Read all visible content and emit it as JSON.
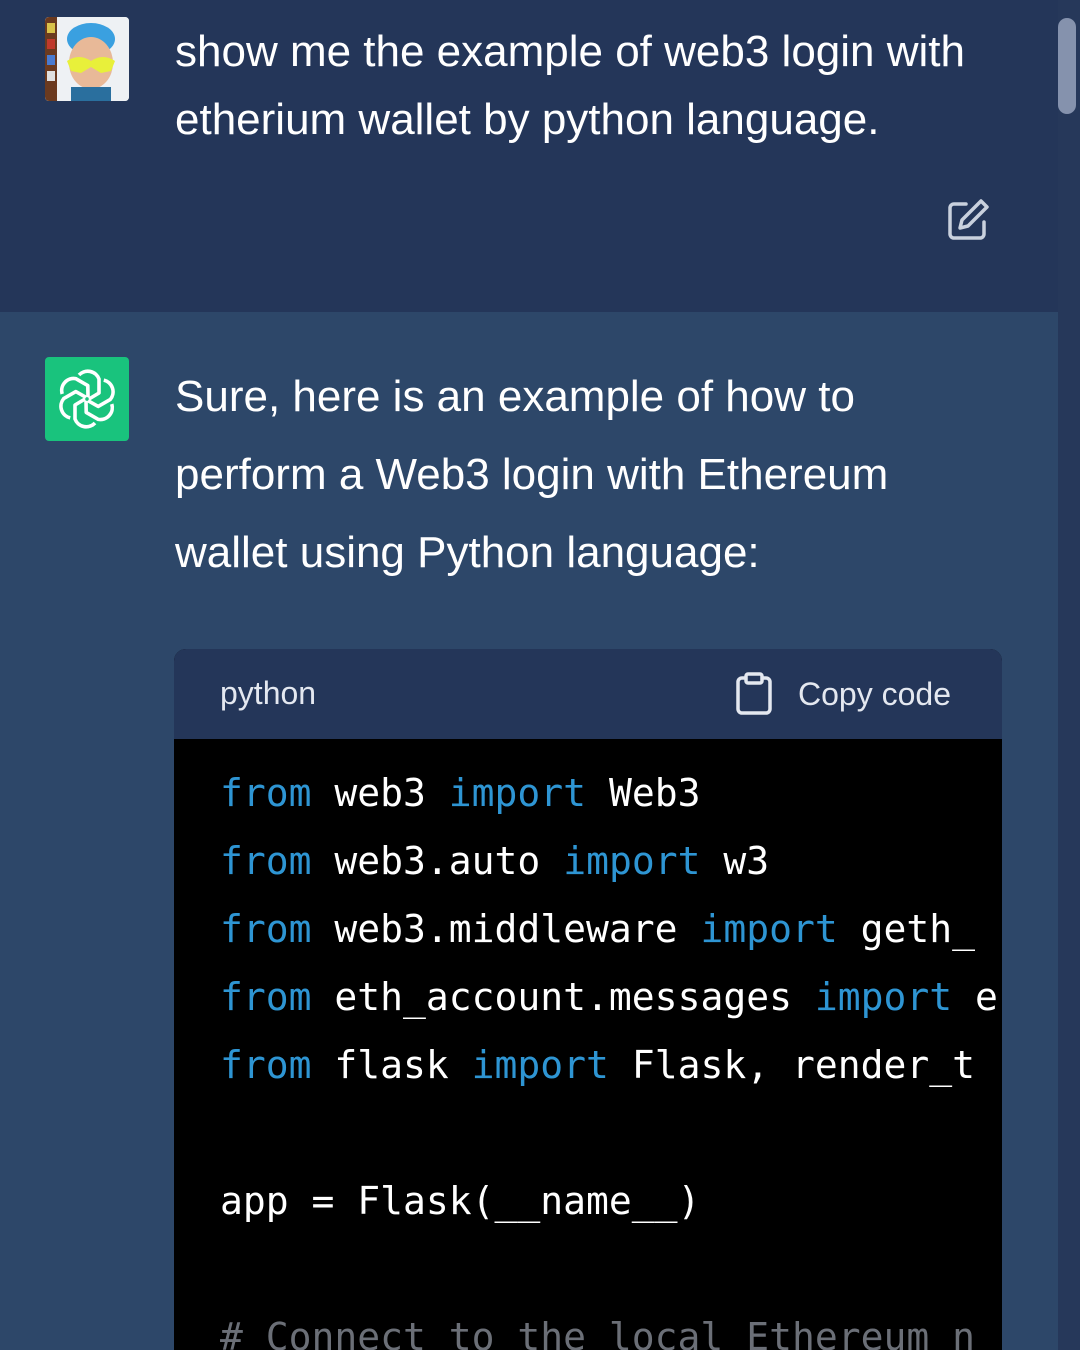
{
  "user_message": {
    "line1": "show me the example of web3 login with",
    "line2": "etherium wallet by python language."
  },
  "assistant_message": {
    "line1": "Sure, here is an example of how to",
    "line2": "perform a Web3 login with Ethereum",
    "line3": "wallet using Python language:"
  },
  "code_block": {
    "language": "python",
    "copy_label": "Copy code",
    "lines": [
      [
        "from",
        " web3 ",
        "import",
        " Web3"
      ],
      [
        "from",
        " web3.auto ",
        "import",
        " w3"
      ],
      [
        "from",
        " web3.middleware ",
        "import",
        " geth_"
      ],
      [
        "from",
        " eth_account.messages ",
        "import",
        " e"
      ],
      [
        "from",
        " flask ",
        "import",
        " Flask, render_t"
      ],
      [],
      [
        "",
        "app = Flask(__name__)",
        "",
        ""
      ],
      [],
      [
        "",
        "# Connect to the local Ethereum n",
        "",
        ""
      ]
    ]
  },
  "colors": {
    "user_bg": "#243659",
    "assistant_bg": "#2d4769",
    "keyword": "#2e95d3",
    "gpt_green": "#19c37d"
  },
  "icons": {
    "edit": "edit-icon",
    "copy": "clipboard-icon",
    "assistant_logo": "openai-logo-icon"
  }
}
